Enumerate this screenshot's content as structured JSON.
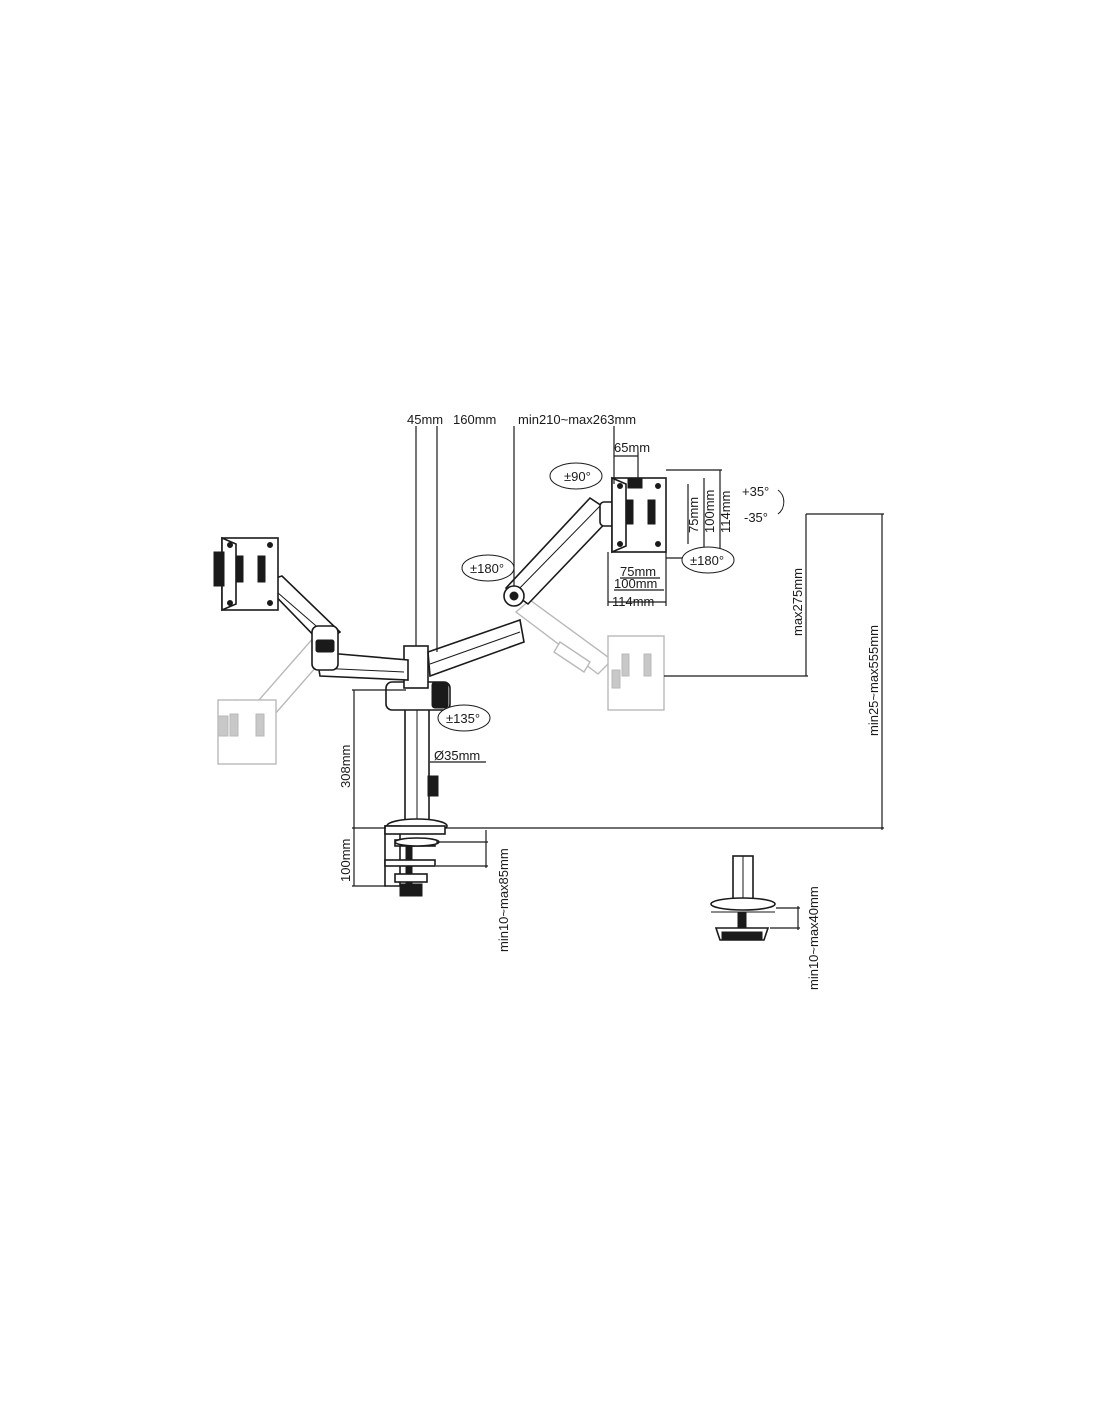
{
  "dimensions": {
    "d45": "45mm",
    "d160": "160mm",
    "reach": "min210~max263mm",
    "d65": "65mm",
    "vesa_h": [
      "75mm",
      "100mm",
      "114mm"
    ],
    "vesa_w": [
      "75mm",
      "100mm",
      "114mm"
    ],
    "max275": "max275mm",
    "height_range": "min25~max555mm",
    "pole_height": "308mm",
    "pole_diameter": "Ø35mm",
    "clamp_height": "100mm",
    "clamp_range": "min10~max85mm",
    "grommet_range": "min10~max40mm"
  },
  "angles": {
    "swivel_pole": "±135°",
    "swivel_arm": "±180°",
    "rotate": "±90°",
    "rotate_head": "±180°",
    "tilt_up": "+35°",
    "tilt_down": "-35°"
  }
}
